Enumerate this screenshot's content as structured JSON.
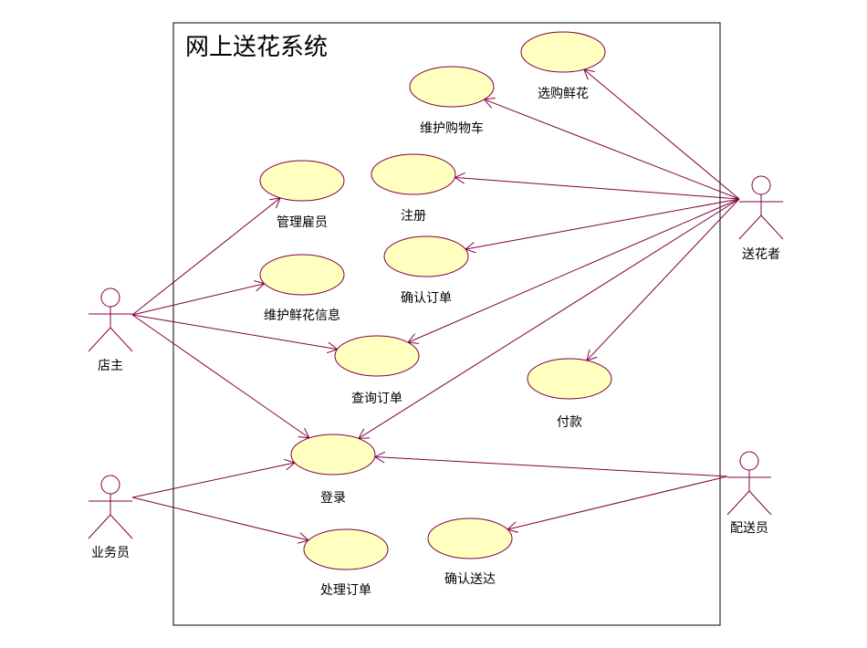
{
  "system": {
    "title": "网上送花系统"
  },
  "actors": [
    {
      "id": "shopkeeper",
      "name": "店主"
    },
    {
      "id": "clerk",
      "name": "业务员"
    },
    {
      "id": "sender",
      "name": "送花者"
    },
    {
      "id": "courier",
      "name": "配送员"
    }
  ],
  "use_cases": [
    {
      "id": "select-flowers",
      "name": "选购鲜花"
    },
    {
      "id": "maintain-cart",
      "name": "维护购物车"
    },
    {
      "id": "manage-staff",
      "name": "管理雇员"
    },
    {
      "id": "register",
      "name": "注册"
    },
    {
      "id": "maintain-flower-info",
      "name": "维护鲜花信息"
    },
    {
      "id": "confirm-order",
      "name": "确认订单"
    },
    {
      "id": "query-order",
      "name": "查询订单"
    },
    {
      "id": "payment",
      "name": "付款"
    },
    {
      "id": "login",
      "name": "登录"
    },
    {
      "id": "process-order",
      "name": "处理订单"
    },
    {
      "id": "confirm-delivery",
      "name": "确认送达"
    }
  ],
  "associations": [
    {
      "from": "shopkeeper",
      "to": "manage-staff"
    },
    {
      "from": "shopkeeper",
      "to": "maintain-flower-info"
    },
    {
      "from": "shopkeeper",
      "to": "query-order"
    },
    {
      "from": "shopkeeper",
      "to": "login"
    },
    {
      "from": "clerk",
      "to": "login"
    },
    {
      "from": "clerk",
      "to": "process-order"
    },
    {
      "from": "sender",
      "to": "select-flowers"
    },
    {
      "from": "sender",
      "to": "maintain-cart"
    },
    {
      "from": "sender",
      "to": "register"
    },
    {
      "from": "sender",
      "to": "confirm-order"
    },
    {
      "from": "sender",
      "to": "query-order"
    },
    {
      "from": "sender",
      "to": "payment"
    },
    {
      "from": "sender",
      "to": "login"
    },
    {
      "from": "courier",
      "to": "login"
    },
    {
      "from": "courier",
      "to": "confirm-delivery"
    }
  ],
  "colors": {
    "line": "#800040",
    "ellipse_fill": "#ffffc0",
    "ellipse_stroke": "#800040",
    "border": "#000000"
  }
}
